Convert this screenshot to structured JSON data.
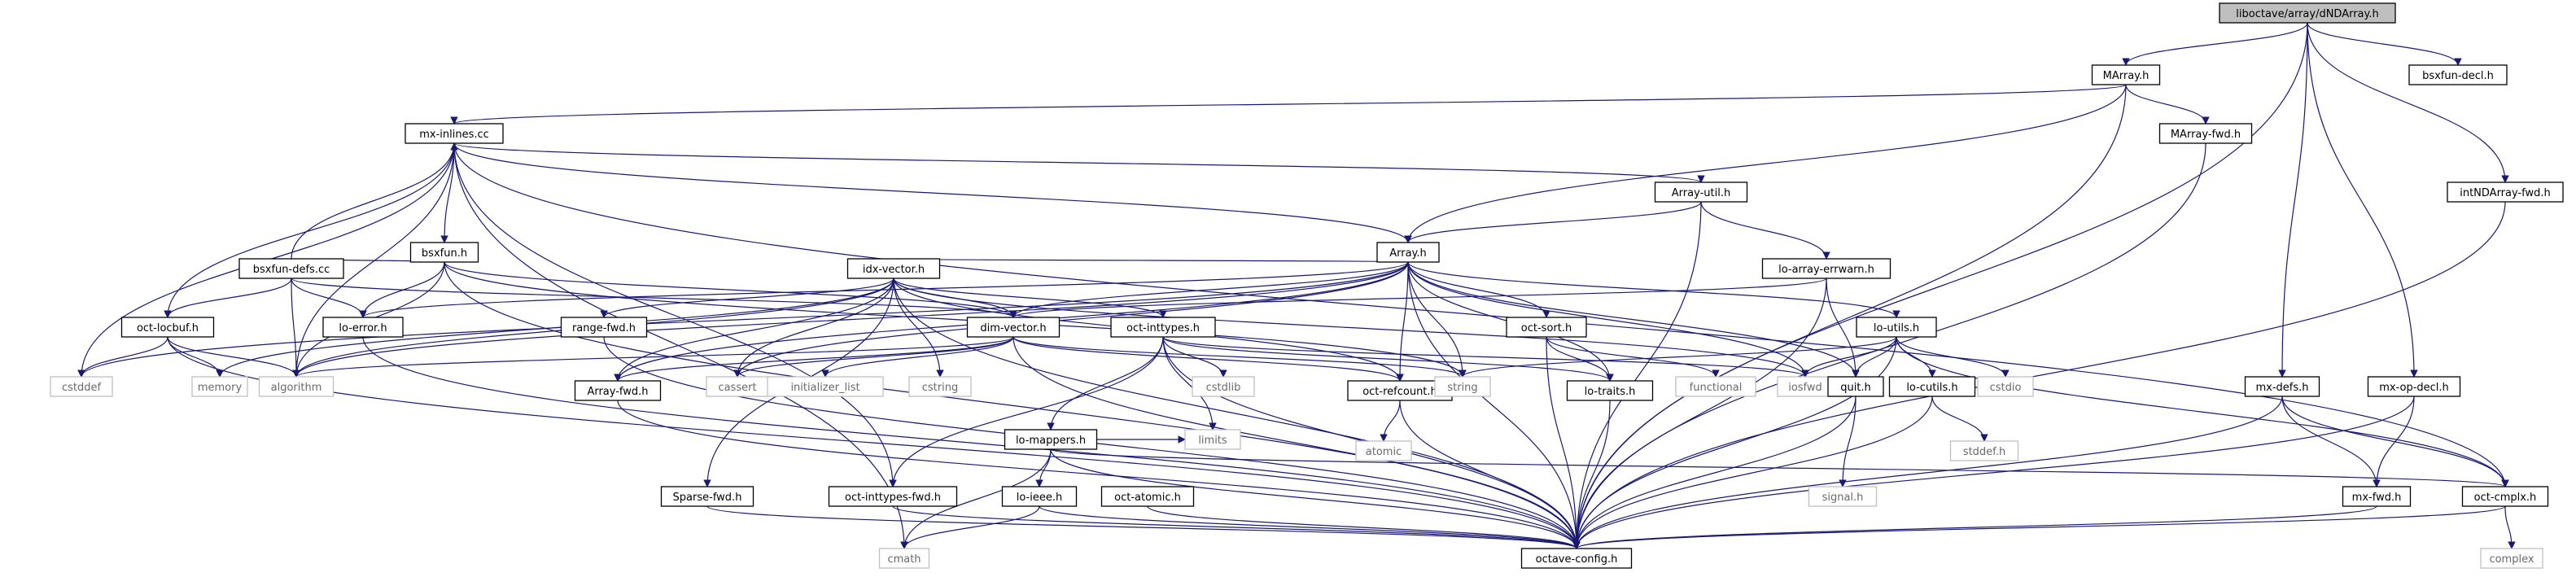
{
  "graph": {
    "type": "include-dependency-graph",
    "edge_color": "#191970",
    "root_fill": "#bfbfbf",
    "system_border": "#bfbfbf",
    "nodes": [
      {
        "id": "root",
        "label": "liboctave/array/dNDArray.h",
        "root": true
      },
      {
        "id": "MArray_h",
        "label": "MArray.h"
      },
      {
        "id": "bsxfun_decl",
        "label": "bsxfun-decl.h"
      },
      {
        "id": "mx_inlines",
        "label": "mx-inlines.cc"
      },
      {
        "id": "MArray_fwd",
        "label": "MArray-fwd.h"
      },
      {
        "id": "intNDArray_fwd",
        "label": "intNDArray-fwd.h"
      },
      {
        "id": "Array_util",
        "label": "Array-util.h"
      },
      {
        "id": "bsxfun_h",
        "label": "bsxfun.h"
      },
      {
        "id": "Array_h",
        "label": "Array.h"
      },
      {
        "id": "bsxfun_defs",
        "label": "bsxfun-defs.cc"
      },
      {
        "id": "idx_vector",
        "label": "idx-vector.h"
      },
      {
        "id": "lo_array_errwarn",
        "label": "lo-array-errwarn.h"
      },
      {
        "id": "oct_locbuf",
        "label": "oct-locbuf.h"
      },
      {
        "id": "lo_error",
        "label": "lo-error.h"
      },
      {
        "id": "range_fwd",
        "label": "range-fwd.h"
      },
      {
        "id": "dim_vector",
        "label": "dim-vector.h"
      },
      {
        "id": "oct_inttypes",
        "label": "oct-inttypes.h"
      },
      {
        "id": "oct_sort",
        "label": "oct-sort.h"
      },
      {
        "id": "lo_utils",
        "label": "lo-utils.h"
      },
      {
        "id": "cstddef",
        "label": "cstddef",
        "system": true
      },
      {
        "id": "memory",
        "label": "memory",
        "system": true
      },
      {
        "id": "algorithm",
        "label": "algorithm",
        "system": true
      },
      {
        "id": "Array_fwd",
        "label": "Array-fwd.h"
      },
      {
        "id": "cassert",
        "label": "cassert",
        "system": true
      },
      {
        "id": "cstring",
        "label": "cstring",
        "system": true
      },
      {
        "id": "initializer_list",
        "label": "initializer_list",
        "system": true
      },
      {
        "id": "cstdlib",
        "label": "cstdlib",
        "system": true
      },
      {
        "id": "oct_refcount",
        "label": "oct-refcount.h"
      },
      {
        "id": "string",
        "label": "string",
        "system": true
      },
      {
        "id": "lo_traits",
        "label": "lo-traits.h"
      },
      {
        "id": "functional",
        "label": "functional",
        "system": true
      },
      {
        "id": "iosfwd",
        "label": "iosfwd",
        "system": true
      },
      {
        "id": "quit_h",
        "label": "quit.h"
      },
      {
        "id": "lo_cutils",
        "label": "lo-cutils.h"
      },
      {
        "id": "cstdio",
        "label": "cstdio",
        "system": true
      },
      {
        "id": "mx_defs",
        "label": "mx-defs.h"
      },
      {
        "id": "mx_op_decl",
        "label": "mx-op-decl.h"
      },
      {
        "id": "lo_mappers",
        "label": "lo-mappers.h"
      },
      {
        "id": "limits",
        "label": "limits",
        "system": true
      },
      {
        "id": "Sparse_fwd",
        "label": "Sparse-fwd.h"
      },
      {
        "id": "oct_inttypes_fwd",
        "label": "oct-inttypes-fwd.h"
      },
      {
        "id": "lo_ieee",
        "label": "lo-ieee.h"
      },
      {
        "id": "oct_atomic",
        "label": "oct-atomic.h"
      },
      {
        "id": "atomic",
        "label": "atomic",
        "system": true
      },
      {
        "id": "signal_h",
        "label": "signal.h",
        "system": true
      },
      {
        "id": "stddef_h",
        "label": "stddef.h",
        "system": true
      },
      {
        "id": "mx_fwd",
        "label": "mx-fwd.h"
      },
      {
        "id": "oct_cmplx",
        "label": "oct-cmplx.h"
      },
      {
        "id": "cmath",
        "label": "cmath",
        "system": true
      },
      {
        "id": "octave_config",
        "label": "octave-config.h"
      },
      {
        "id": "complex",
        "label": "complex",
        "system": true
      }
    ],
    "edges": [
      [
        "root",
        "MArray_h"
      ],
      [
        "root",
        "bsxfun_decl"
      ],
      [
        "root",
        "intNDArray_fwd"
      ],
      [
        "root",
        "mx_defs"
      ],
      [
        "root",
        "mx_op_decl"
      ],
      [
        "root",
        "octave_config"
      ],
      [
        "MArray_h",
        "mx_inlines"
      ],
      [
        "MArray_h",
        "MArray_fwd"
      ],
      [
        "MArray_h",
        "Array_h"
      ],
      [
        "MArray_h",
        "octave_config"
      ],
      [
        "mx_inlines",
        "Array_util"
      ],
      [
        "mx_inlines",
        "bsxfun_h"
      ],
      [
        "mx_inlines",
        "Array_h"
      ],
      [
        "mx_inlines",
        "oct_locbuf"
      ],
      [
        "mx_inlines",
        "cstddef"
      ],
      [
        "mx_inlines",
        "algorithm"
      ],
      [
        "mx_inlines",
        "oct_cmplx"
      ],
      [
        "mx_inlines",
        "cmath"
      ],
      [
        "mx_inlines",
        "oct_inttypes_fwd"
      ],
      [
        "MArray_fwd",
        "octave_config"
      ],
      [
        "intNDArray_fwd",
        "octave_config"
      ],
      [
        "Array_util",
        "Array_h"
      ],
      [
        "Array_util",
        "lo_array_errwarn"
      ],
      [
        "Array_util",
        "octave_config"
      ],
      [
        "bsxfun_h",
        "bsxfun_defs"
      ],
      [
        "bsxfun_h",
        "lo_error"
      ],
      [
        "bsxfun_h",
        "algorithm"
      ],
      [
        "bsxfun_h",
        "dim_vector"
      ],
      [
        "bsxfun_h",
        "octave_config"
      ],
      [
        "bsxfun_h",
        "string"
      ],
      [
        "bsxfun_defs",
        "mx_inlines"
      ],
      [
        "bsxfun_defs",
        "oct_locbuf"
      ],
      [
        "bsxfun_defs",
        "lo_error"
      ],
      [
        "bsxfun_defs",
        "algorithm"
      ],
      [
        "bsxfun_defs",
        "dim_vector"
      ],
      [
        "Array_h",
        "idx_vector"
      ],
      [
        "Array_h",
        "dim_vector"
      ],
      [
        "Array_h",
        "lo_error"
      ],
      [
        "Array_h",
        "cstddef"
      ],
      [
        "Array_h",
        "algorithm"
      ],
      [
        "Array_h",
        "Array_fwd"
      ],
      [
        "Array_h",
        "cassert"
      ],
      [
        "Array_h",
        "oct_refcount"
      ],
      [
        "Array_h",
        "string"
      ],
      [
        "Array_h",
        "oct_sort"
      ],
      [
        "Array_h",
        "lo_traits"
      ],
      [
        "Array_h",
        "lo_utils"
      ],
      [
        "Array_h",
        "quit_h"
      ],
      [
        "Array_h",
        "iosfwd"
      ],
      [
        "Array_h",
        "octave_config"
      ],
      [
        "idx_vector",
        "Array_fwd"
      ],
      [
        "idx_vector",
        "range_fwd"
      ],
      [
        "idx_vector",
        "dim_vector"
      ],
      [
        "idx_vector",
        "oct_inttypes"
      ],
      [
        "idx_vector",
        "oct_refcount"
      ],
      [
        "idx_vector",
        "cstring"
      ],
      [
        "idx_vector",
        "cassert"
      ],
      [
        "idx_vector",
        "memory"
      ],
      [
        "idx_vector",
        "algorithm"
      ],
      [
        "idx_vector",
        "iosfwd"
      ],
      [
        "idx_vector",
        "Sparse_fwd"
      ],
      [
        "idx_vector",
        "octave_config"
      ],
      [
        "lo_array_errwarn",
        "dim_vector"
      ],
      [
        "lo_array_errwarn",
        "quit_h"
      ],
      [
        "lo_array_errwarn",
        "octave_config"
      ],
      [
        "oct_locbuf",
        "cstddef"
      ],
      [
        "oct_locbuf",
        "memory"
      ],
      [
        "oct_locbuf",
        "algorithm"
      ],
      [
        "oct_locbuf",
        "octave_config"
      ],
      [
        "lo_error",
        "octave_config"
      ],
      [
        "range_fwd",
        "octave_config"
      ],
      [
        "dim_vector",
        "algorithm"
      ],
      [
        "dim_vector",
        "cassert"
      ],
      [
        "dim_vector",
        "initializer_list"
      ],
      [
        "dim_vector",
        "string"
      ],
      [
        "dim_vector",
        "Array_fwd"
      ],
      [
        "dim_vector",
        "oct_refcount"
      ],
      [
        "dim_vector",
        "octave_config"
      ],
      [
        "oct_inttypes",
        "lo_mappers"
      ],
      [
        "oct_inttypes",
        "oct_inttypes_fwd"
      ],
      [
        "oct_inttypes",
        "cstdlib"
      ],
      [
        "oct_inttypes",
        "limits"
      ],
      [
        "oct_inttypes",
        "iosfwd"
      ],
      [
        "oct_inttypes",
        "lo_traits"
      ],
      [
        "oct_inttypes",
        "octave_config"
      ],
      [
        "oct_sort",
        "functional"
      ],
      [
        "oct_sort",
        "lo_traits"
      ],
      [
        "oct_sort",
        "octave_config"
      ],
      [
        "lo_utils",
        "lo_cutils"
      ],
      [
        "lo_utils",
        "quit_h"
      ],
      [
        "lo_utils",
        "cstdio"
      ],
      [
        "lo_utils",
        "iosfwd"
      ],
      [
        "lo_utils",
        "string"
      ],
      [
        "lo_utils",
        "oct_cmplx"
      ],
      [
        "lo_utils",
        "octave_config"
      ],
      [
        "Array_fwd",
        "octave_config"
      ],
      [
        "oct_refcount",
        "atomic"
      ],
      [
        "oct_refcount",
        "octave_config"
      ],
      [
        "lo_traits",
        "octave_config"
      ],
      [
        "quit_h",
        "signal_h"
      ],
      [
        "quit_h",
        "octave_config"
      ],
      [
        "lo_cutils",
        "stddef_h"
      ],
      [
        "lo_cutils",
        "octave_config"
      ],
      [
        "mx_defs",
        "mx_fwd"
      ],
      [
        "mx_defs",
        "oct_cmplx"
      ],
      [
        "mx_defs",
        "octave_config"
      ],
      [
        "mx_op_decl",
        "mx_fwd"
      ],
      [
        "mx_op_decl",
        "octave_config"
      ],
      [
        "lo_mappers",
        "lo_ieee"
      ],
      [
        "lo_mappers",
        "oct_cmplx"
      ],
      [
        "lo_mappers",
        "limits"
      ],
      [
        "lo_mappers",
        "cmath"
      ],
      [
        "lo_mappers",
        "octave_config"
      ],
      [
        "Sparse_fwd",
        "octave_config"
      ],
      [
        "oct_inttypes_fwd",
        "octave_config"
      ],
      [
        "lo_ieee",
        "cmath"
      ],
      [
        "lo_ieee",
        "octave_config"
      ],
      [
        "oct_atomic",
        "octave_config"
      ],
      [
        "mx_fwd",
        "octave_config"
      ],
      [
        "oct_cmplx",
        "complex"
      ],
      [
        "oct_cmplx",
        "octave_config"
      ]
    ]
  }
}
